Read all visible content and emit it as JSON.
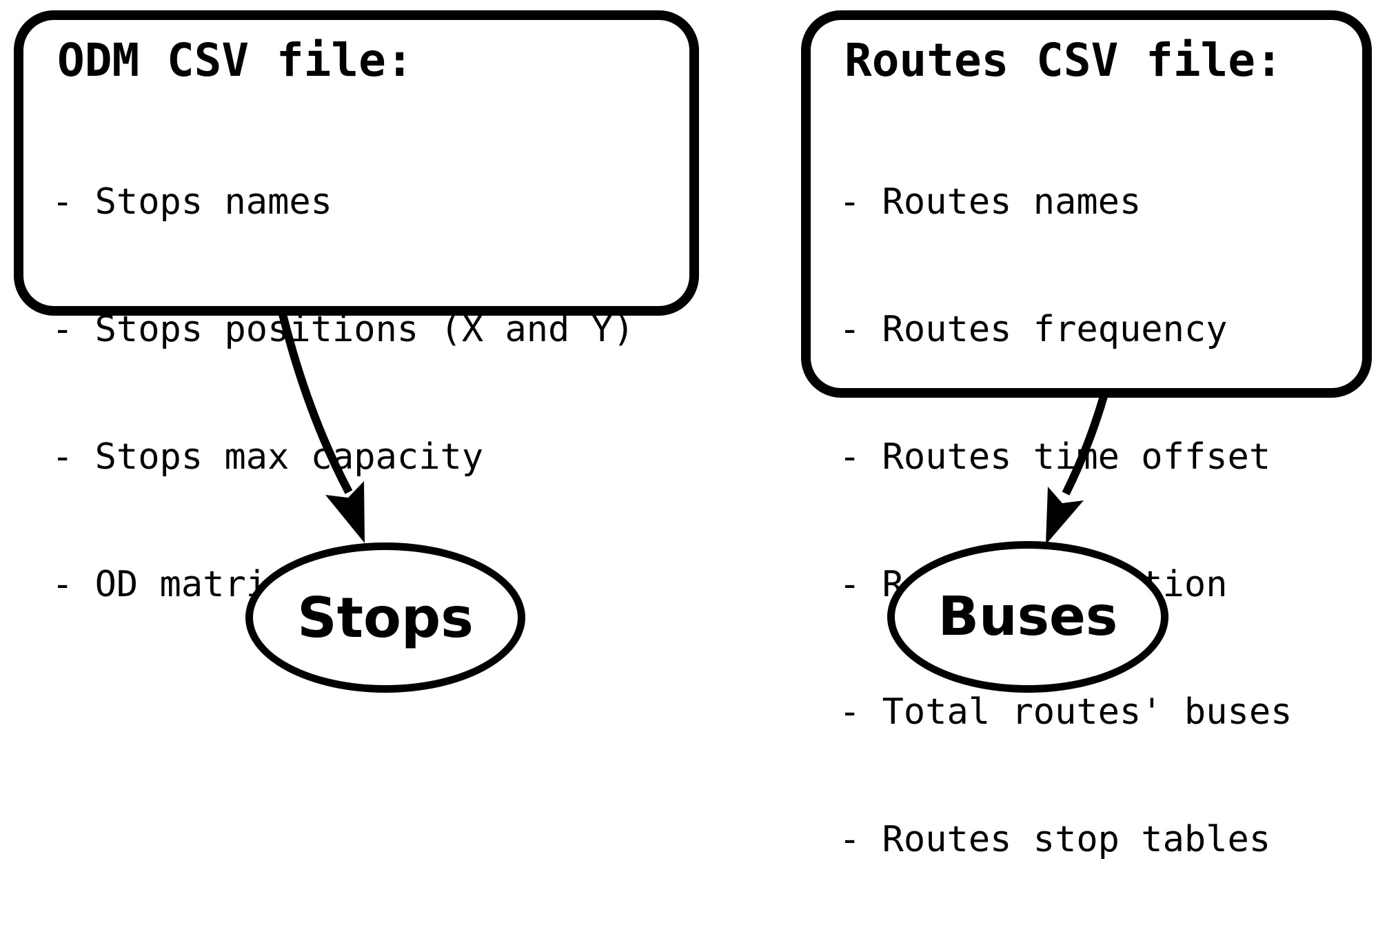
{
  "diagram": {
    "background_color": "#ffffff",
    "stroke_color": "#000000",
    "odm_box": {
      "title": "ODM CSV file:",
      "items": [
        "- Stops names",
        "- Stops positions (X and Y)",
        "- Stops max capacity",
        "- OD matrix"
      ]
    },
    "routes_box": {
      "title": "Routes CSV file:",
      "items": [
        "- Routes names",
        "- Routes frequency",
        "- Routes time offset",
        "- Routes direction",
        "- Total routes' buses",
        "- Routes stop tables"
      ]
    },
    "nodes": {
      "stops_label": "Stops",
      "buses_label": "Buses"
    },
    "edges": [
      {
        "from": "odm_box",
        "to": "stops_node"
      },
      {
        "from": "routes_box",
        "to": "buses_node"
      }
    ]
  }
}
